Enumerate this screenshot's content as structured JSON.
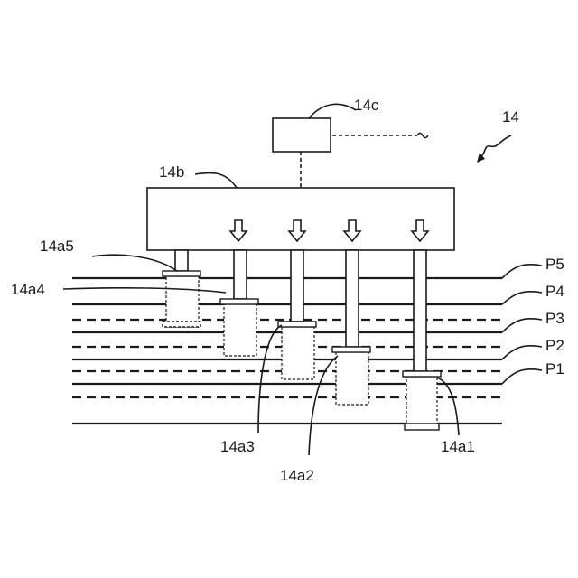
{
  "labels": {
    "assembly": "14",
    "controller": "14c",
    "drive": "14b",
    "head5": "14a5",
    "head4": "14a4",
    "head3": "14a3",
    "head2": "14a2",
    "head1": "14a1",
    "p5": "P5",
    "p4": "P4",
    "p3": "P3",
    "p2": "P2",
    "p1": "P1"
  },
  "colors": {
    "ink": "#1a1a1a",
    "background": "#ffffff"
  }
}
